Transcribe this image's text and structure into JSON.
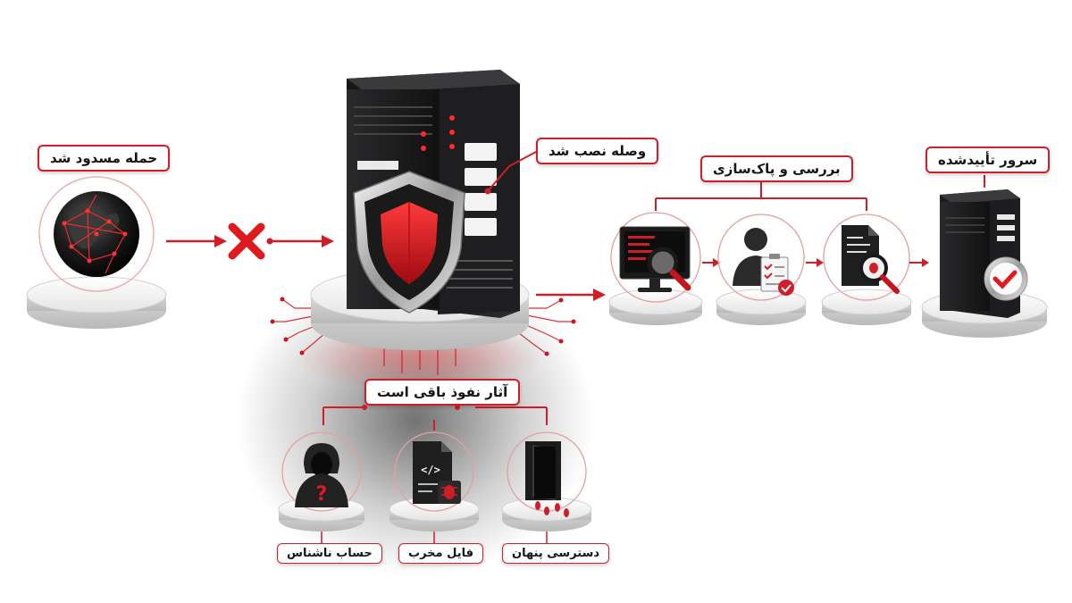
{
  "labels": {
    "attack_blocked": "حمله مسدود شد",
    "patch_installed": "وصله نصب شد",
    "inspection_cleanup": "بررسی و پاک‌سازی",
    "verified_server": "سرور تأییدشده",
    "traces_remain": "آثار نفوذ باقی است",
    "unknown_account": "حساب ناشناس",
    "malicious_file": "فایل مخرب",
    "hidden_access": "دسترسی پنهان"
  },
  "icons": {
    "attack": "globe-network-icon",
    "blocked": "red-x-icon",
    "server": "server-tower-icon",
    "shield": "shield-icon",
    "inspect": "monitor-magnifier-icon",
    "review": "user-checklist-icon",
    "scan": "document-bug-magnifier-icon",
    "verified": "server-checkmark-icon",
    "unknown": "hooded-user-question-icon",
    "file": "code-file-bug-icon",
    "door": "door-footprints-icon"
  },
  "colors": {
    "accent": "#d11d27",
    "dark": "#1c1c1e",
    "platform": "#f2f2f2"
  }
}
